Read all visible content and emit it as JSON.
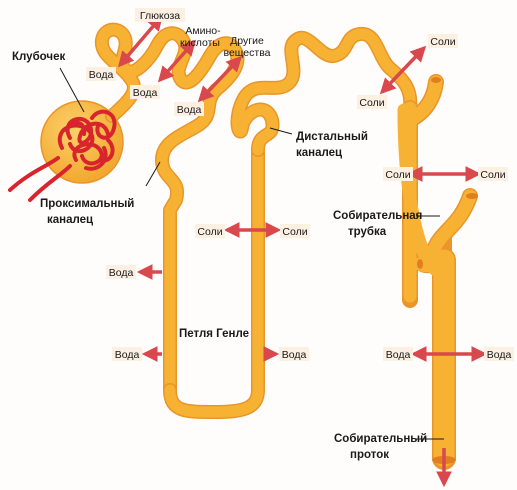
{
  "labels": {
    "glomerulus": "Клубочек",
    "proximal_1": "Проксимальный",
    "proximal_2": "каналец",
    "distal_1": "Дистальный",
    "distal_2": "каналец",
    "loop": "Петля Генле",
    "collecting_tube_1": "Собирательная",
    "collecting_tube_2": "трубка",
    "collecting_duct_1": "Собирательный",
    "collecting_duct_2": "проток"
  },
  "substances": {
    "glucose": "Глюкоза",
    "amino_1": "Амино-",
    "amino_2": "кислоты",
    "other_1": "Другие",
    "other_2": "вещества",
    "water": "Вода",
    "salts": "Соли"
  },
  "colors": {
    "tubule": "#f7b233",
    "tubule_edge": "#e9952a",
    "tubule_highlight": "#fcd16a",
    "capillary": "#d8242c",
    "arrow": "#d9484d",
    "tag_bg": "#fbf0e2"
  }
}
